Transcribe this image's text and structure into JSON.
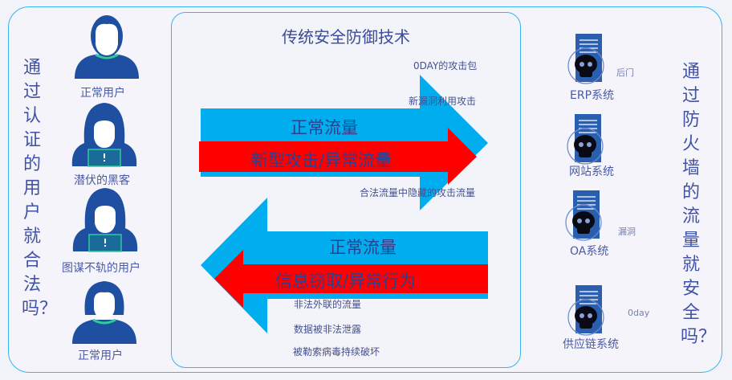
{
  "left_question": "通过认证的用户就合法吗？",
  "right_question": "通过防火墙的流量就安全吗？",
  "center_title": "传统安全防御技术",
  "users": [
    {
      "label": "正常用户",
      "type": "male"
    },
    {
      "label": "潜伏的黑客",
      "type": "hacker"
    },
    {
      "label": "图谋不轨的用户",
      "type": "hacker"
    },
    {
      "label": "正常用户",
      "type": "female"
    }
  ],
  "inbound": {
    "normal_label": "正常流量",
    "attack_label": "新型攻击/异常流量",
    "notes": [
      "0DAY的攻击包",
      "新漏洞利用攻击",
      "合法流量中隐藏的攻击流量"
    ]
  },
  "outbound": {
    "normal_label": "正常流量",
    "attack_label": "信息窃取/异常行为",
    "notes": [
      "非法外联的流量",
      "数据被非法泄露",
      "被勒索病毒持续破坏"
    ]
  },
  "systems": [
    {
      "label": "ERP系统",
      "threat": "后门"
    },
    {
      "label": "网站系统",
      "threat": ""
    },
    {
      "label": "OA系统",
      "threat": "漏洞"
    },
    {
      "label": "供应链系统",
      "threat": "0day"
    }
  ],
  "colors": {
    "border": "#36b6ee",
    "blue_arrow": "#00adee",
    "red_arrow": "#ff0000",
    "text": "#3a4a9a",
    "icon": "#1e4fa0",
    "accent": "#2ecc9a"
  }
}
